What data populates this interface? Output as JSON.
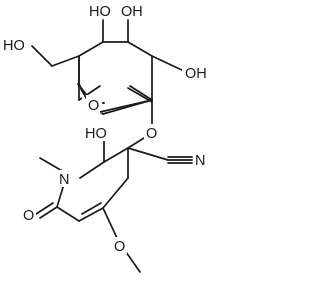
{
  "structure": {
    "atom_labels": {
      "oh_top_left": "HO",
      "oh_top_right": "OH",
      "ho_ch2oh": "HO",
      "oh_right": "OH",
      "o_ring_sugar": "O",
      "o_glycosidic": "O",
      "ho_hemiaminal": "HO",
      "n_ring": "N",
      "n_nitrile": "N",
      "o_carbonyl": "O",
      "o_methoxy": "O"
    }
  }
}
